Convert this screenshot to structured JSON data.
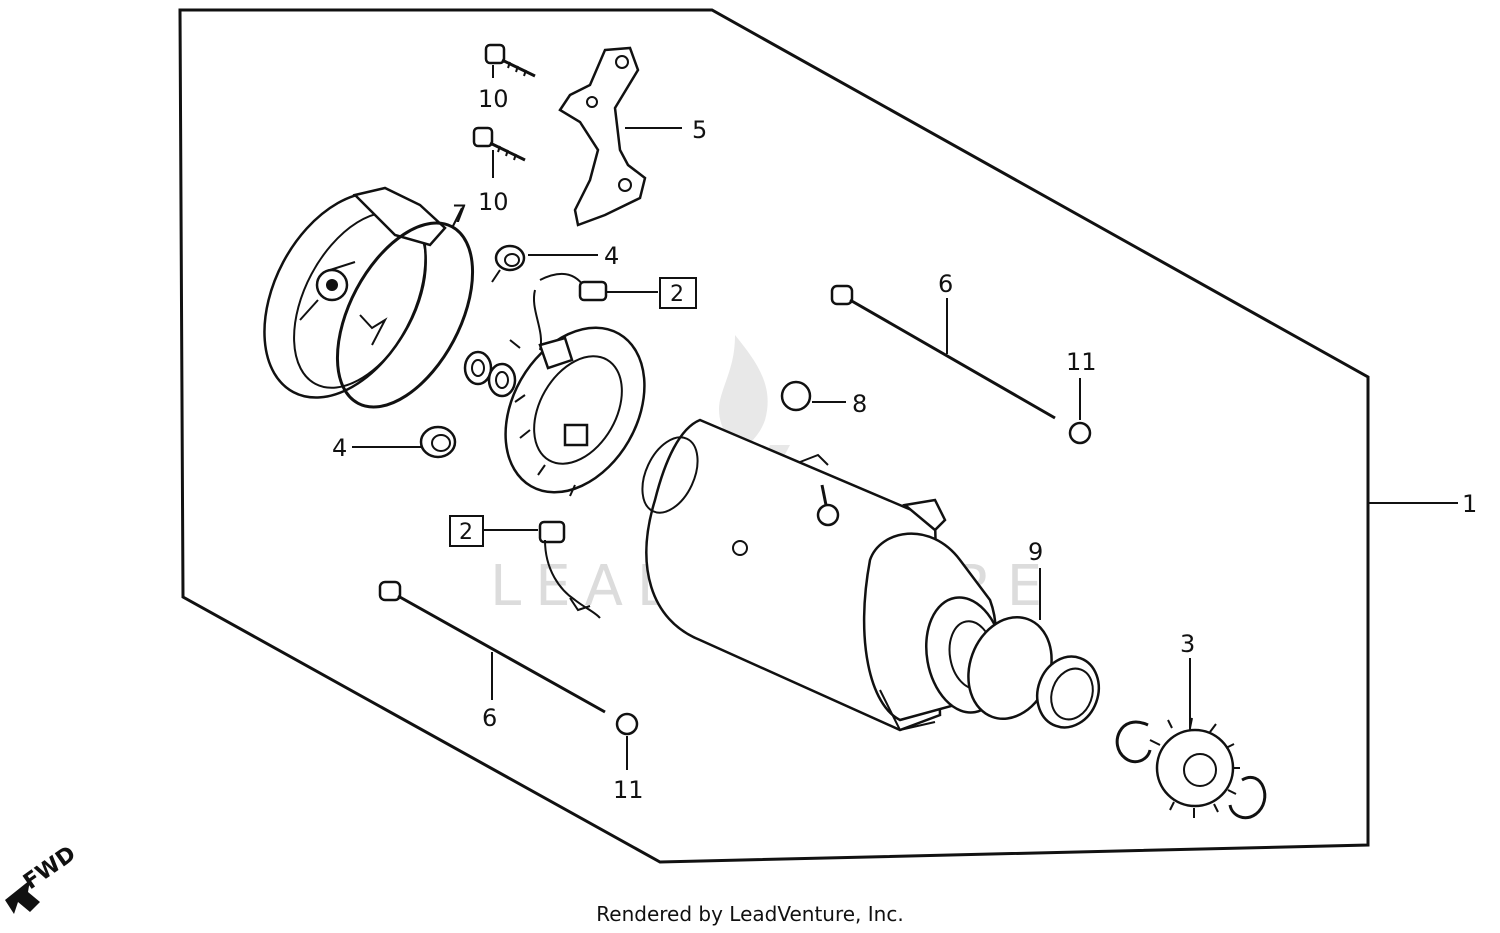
{
  "watermark": "LEADVENTURE",
  "credit": "Rendered by LeadVenture, Inc.",
  "direction_label": "FWD",
  "callouts": {
    "assembly": "1",
    "brush_upper": "2",
    "brush_lower": "2",
    "pinion": "3",
    "bearing_upper": "4",
    "bearing_lower": "4",
    "bracket": "5",
    "bolt_upper": "6",
    "bolt_lower": "6",
    "o_ring": "7",
    "nut": "8",
    "washer": "9",
    "screw_top": "10",
    "screw_second": "10",
    "o_ring_upper": "11",
    "o_ring_lower": "11"
  }
}
